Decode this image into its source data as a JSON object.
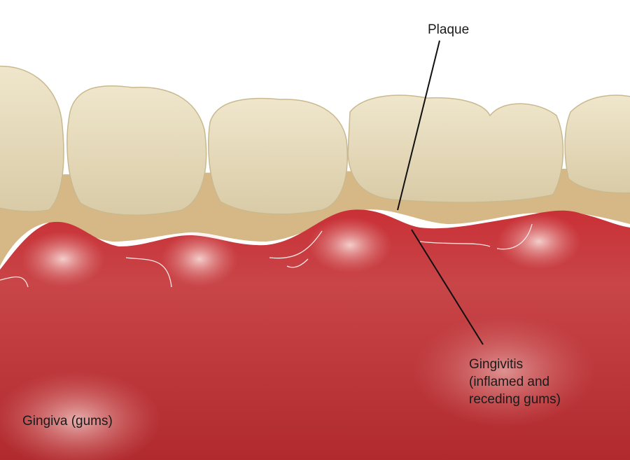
{
  "labels": {
    "plaque": "Plaque",
    "gingivitis": [
      "Gingivitis",
      "(inflamed and",
      "receding gums)"
    ],
    "gingiva": "Gingiva (gums)"
  },
  "colors": {
    "tooth": "#e6dcc0",
    "plaque": "#d6b887",
    "gum": "#b8282c",
    "gum_light": "#e4777a",
    "leader_line": "#111111"
  }
}
